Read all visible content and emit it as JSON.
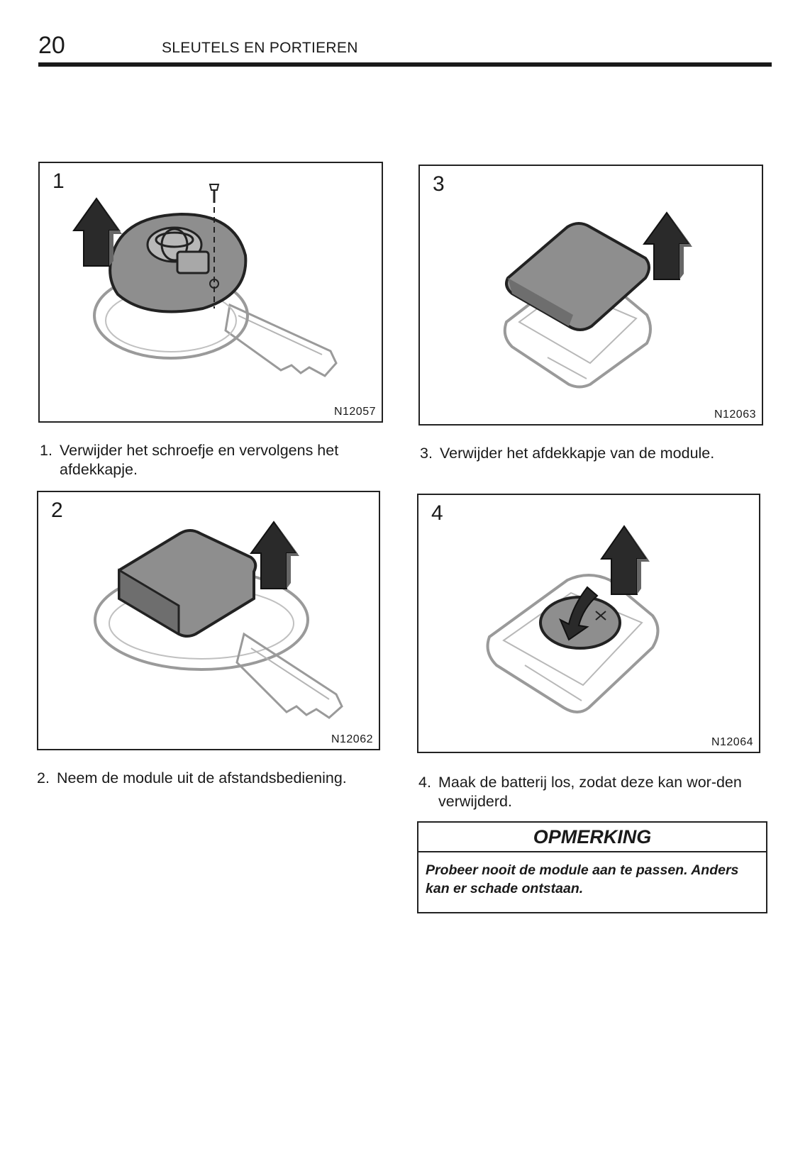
{
  "header": {
    "page_number": "20",
    "section_title": "SLEUTELS EN PORTIEREN"
  },
  "panels": [
    {
      "number": "1",
      "code": "N12057"
    },
    {
      "number": "2",
      "code": "N12062"
    },
    {
      "number": "3",
      "code": "N12063"
    },
    {
      "number": "4",
      "code": "N12064"
    }
  ],
  "captions": [
    {
      "number": "1.",
      "text": "Verwijder het schroefje en vervolgens het afdekkapje."
    },
    {
      "number": "2.",
      "text": "Neem de module uit de afstandsbediening."
    },
    {
      "number": "3.",
      "text": "Verwijder het afdekkapje van de module."
    },
    {
      "number": "4.",
      "text": "Maak de batterij los, zodat deze kan wor-den verwijderd."
    }
  ],
  "note": {
    "title": "OPMERKING",
    "text": "Probeer nooit de module aan te passen. Anders kan er schade ontstaan."
  },
  "illustrations": {
    "cover_fill": "#8e8e8e",
    "outline": "#222222",
    "light_outline": "#9a9a9a"
  }
}
